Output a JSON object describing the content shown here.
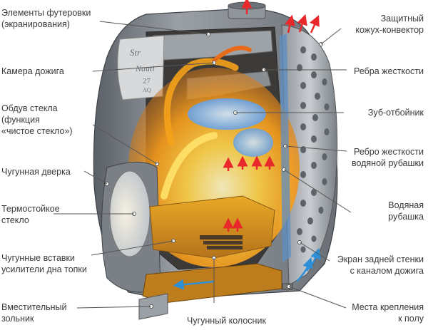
{
  "badge": {
    "line1": "Str",
    "line2": "Nauti",
    "line3": "27",
    "line4": "AQ"
  },
  "labels": {
    "futerovka": {
      "l1": "Элементы футеровки",
      "l2": "(экранирования)"
    },
    "kamera": {
      "l1": "Камера дожига"
    },
    "obduv": {
      "l1": "Обдув стекла",
      "l2": "(функция",
      "l3": "«чистое стекло»)"
    },
    "dverka": {
      "l1": "Чугунная дверка"
    },
    "steklo": {
      "l1": "Термостойкое",
      "l2": "стекло"
    },
    "vstavki": {
      "l1": "Чугунные вставки",
      "l2": "усилители дна топки"
    },
    "zolnik": {
      "l1": "Вместительный",
      "l2": "зольник"
    },
    "kolosnik": {
      "l1": "Чугунный колосник"
    },
    "kozhuh": {
      "l1": "Защитный",
      "l2": "кожух-конвектор"
    },
    "rebra": {
      "l1": "Ребра жесткости"
    },
    "zub": {
      "l1": "Зуб-отбойник"
    },
    "rebro_vod": {
      "l1": "Ребро жесткости",
      "l2": "водяной рубашки"
    },
    "rubashka": {
      "l1": "Водяная",
      "l2": "рубашка"
    },
    "ekran": {
      "l1": "Экран задней стенки",
      "l2": "с каналом дожига"
    },
    "krepleniya": {
      "l1": "Места крепления",
      "l2": "к полу"
    }
  },
  "colors": {
    "body": "#7d8288",
    "body_dark": "#4c5157",
    "fire": "#f5a21a",
    "flame_core": "#fff2a8",
    "arrow_hot": "#e8282a",
    "arrow_cold": "#2d8fd6",
    "leader": "#444444"
  }
}
